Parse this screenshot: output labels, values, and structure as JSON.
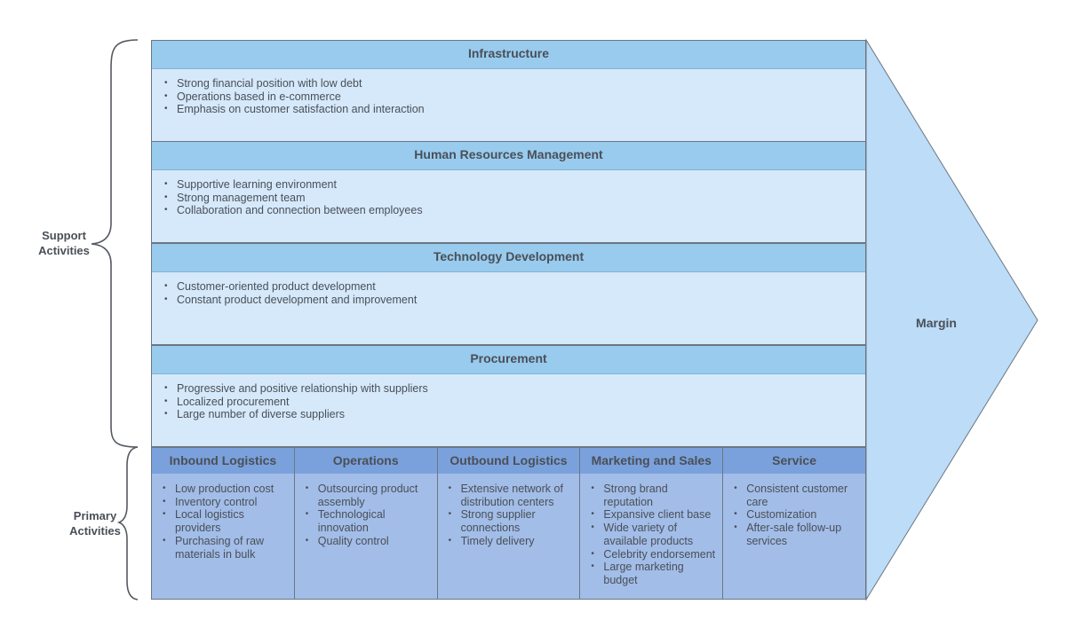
{
  "labels": {
    "support": "Support Activities",
    "primary": "Primary Activities",
    "margin": "Margin"
  },
  "support": [
    {
      "title": "Infrastructure",
      "items": [
        "Strong financial position with low debt",
        "Operations based in e-commerce",
        "Emphasis on customer satisfaction and interaction"
      ]
    },
    {
      "title": "Human Resources Management",
      "items": [
        "Supportive learning environment",
        "Strong management team",
        "Collaboration and connection between employees"
      ]
    },
    {
      "title": "Technology Development",
      "items": [
        "Customer-oriented product development",
        "Constant product development and improvement"
      ]
    },
    {
      "title": "Procurement",
      "items": [
        "Progressive and positive relationship with suppliers",
        "Localized procurement",
        "Large number of diverse suppliers"
      ]
    }
  ],
  "primary": [
    {
      "title": "Inbound Logistics",
      "items": [
        "Low production cost",
        "Inventory control",
        "Local logistics providers",
        "Purchasing of raw materials in bulk"
      ]
    },
    {
      "title": "Operations",
      "items": [
        "Outsourcing product assembly",
        "Technological innovation",
        "Quality control"
      ]
    },
    {
      "title": "Outbound Logistics",
      "items": [
        "Extensive network of distribution centers",
        "Strong supplier connections",
        "Timely delivery"
      ]
    },
    {
      "title": "Marketing and Sales",
      "items": [
        "Strong brand reputation",
        "Expansive client base",
        "Wide variety of available products",
        "Celebrity endorsement",
        "Large marketing budget"
      ]
    },
    {
      "title": "Service",
      "items": [
        "Consistent customer care",
        "Customization",
        "After-sale follow-up services"
      ]
    }
  ],
  "colors": {
    "arrow": "#bcdcf7",
    "support_body": "#d5e9fb",
    "support_header": "#98cbee",
    "primary_body": "#a2bde8",
    "primary_header": "#7aa1dc",
    "border": "#6c7682",
    "text": "#4a4f57"
  }
}
